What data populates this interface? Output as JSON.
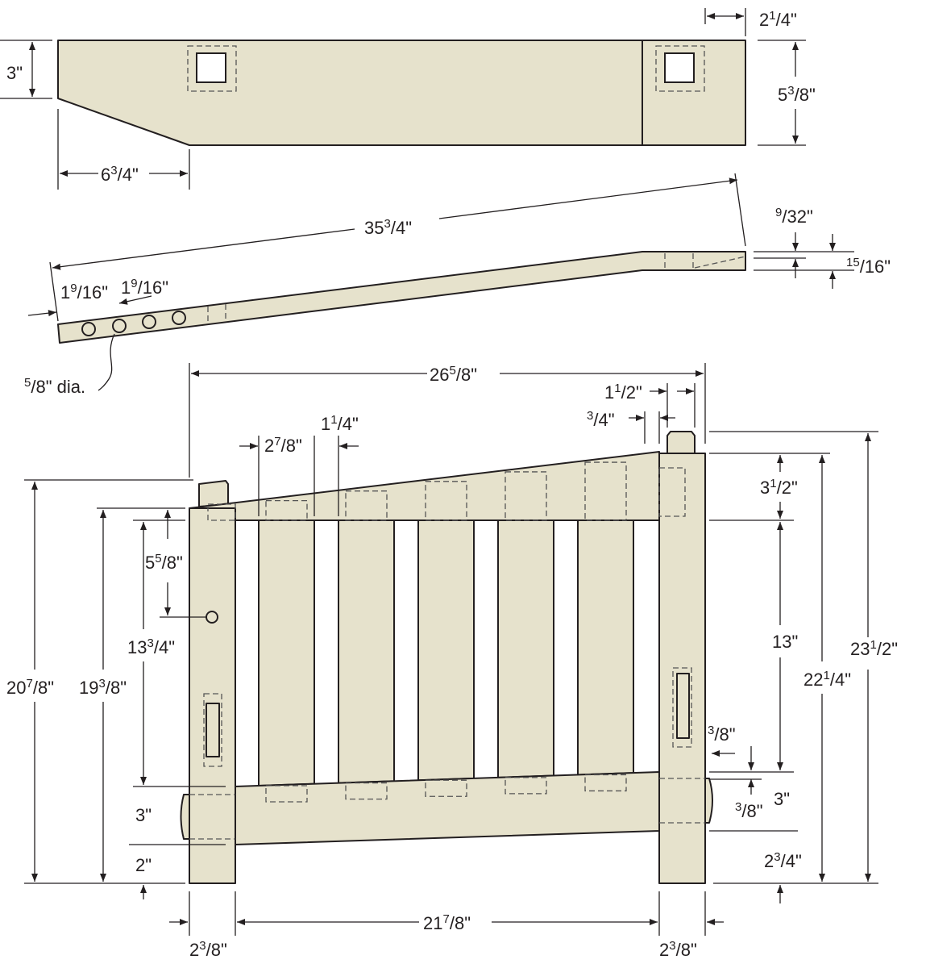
{
  "colors": {
    "wood": "#e6e2cc",
    "line": "#231f20"
  },
  "top_view": {
    "end_height": {
      "whole": "3",
      "unit": "\""
    },
    "tenon_width": {
      "whole": "2",
      "frac": [
        "1",
        "4"
      ],
      "unit": "\""
    },
    "height": {
      "whole": "5",
      "frac": [
        "3",
        "8"
      ],
      "unit": "\""
    },
    "taper_length": {
      "whole": "6",
      "frac": [
        "3",
        "4"
      ],
      "unit": "\""
    }
  },
  "slat_view": {
    "length": {
      "whole": "35",
      "frac": [
        "3",
        "4"
      ],
      "unit": "\""
    },
    "step": {
      "whole": "",
      "frac": [
        "9",
        "32"
      ],
      "unit": "\""
    },
    "thickness": {
      "whole": "",
      "frac": [
        "15",
        "16"
      ],
      "unit": "\""
    },
    "hole_offset_1": {
      "whole": "1",
      "frac": [
        "9",
        "16"
      ],
      "unit": "\""
    },
    "hole_offset_2": {
      "whole": "1",
      "frac": [
        "9",
        "16"
      ],
      "unit": "\""
    },
    "hole_dia": {
      "whole": "",
      "frac": [
        "5",
        "8"
      ],
      "unit": "\" dia."
    }
  },
  "gate_view": {
    "overall_width": {
      "whole": "26",
      "frac": [
        "5",
        "8"
      ],
      "unit": "\""
    },
    "tenon_offset": {
      "whole": "1",
      "frac": [
        "1",
        "2"
      ],
      "unit": "\""
    },
    "tenon_width": {
      "whole": "",
      "frac": [
        "3",
        "4"
      ],
      "unit": "\""
    },
    "slat_width": {
      "whole": "2",
      "frac": [
        "7",
        "8"
      ],
      "unit": "\""
    },
    "slat_gap": {
      "whole": "1",
      "frac": [
        "1",
        "4"
      ],
      "unit": "\""
    },
    "top_rail": {
      "whole": "3",
      "frac": [
        "1",
        "2"
      ],
      "unit": "\""
    },
    "hole_height": {
      "whole": "5",
      "frac": [
        "5",
        "8"
      ],
      "unit": "\""
    },
    "left_slat_height": {
      "whole": "13",
      "frac": [
        "3",
        "4"
      ],
      "unit": "\""
    },
    "left_total": {
      "whole": "20",
      "frac": [
        "7",
        "8"
      ],
      "unit": "\""
    },
    "left_rail_top": {
      "whole": "19",
      "frac": [
        "3",
        "8"
      ],
      "unit": "\""
    },
    "right_slat_height": {
      "whole": "13",
      "unit": "\""
    },
    "right_rail_top": {
      "whole": "22",
      "frac": [
        "1",
        "4"
      ],
      "unit": "\""
    },
    "right_total": {
      "whole": "23",
      "frac": [
        "1",
        "2"
      ],
      "unit": "\""
    },
    "offset_a": {
      "whole": "",
      "frac": [
        "3",
        "8"
      ],
      "unit": "\""
    },
    "offset_b": {
      "whole": "",
      "frac": [
        "3",
        "8"
      ],
      "unit": "\""
    },
    "right_bottom_rail": {
      "whole": "3",
      "unit": "\""
    },
    "left_bottom_rail": {
      "whole": "3",
      "unit": "\""
    },
    "left_base": {
      "whole": "2",
      "unit": "\""
    },
    "right_base": {
      "whole": "2",
      "frac": [
        "3",
        "4"
      ],
      "unit": "\""
    },
    "left_post": {
      "whole": "2",
      "frac": [
        "3",
        "8"
      ],
      "unit": "\""
    },
    "inner_width": {
      "whole": "21",
      "frac": [
        "7",
        "8"
      ],
      "unit": "\""
    },
    "right_post": {
      "whole": "2",
      "frac": [
        "3",
        "8"
      ],
      "unit": "\""
    }
  }
}
